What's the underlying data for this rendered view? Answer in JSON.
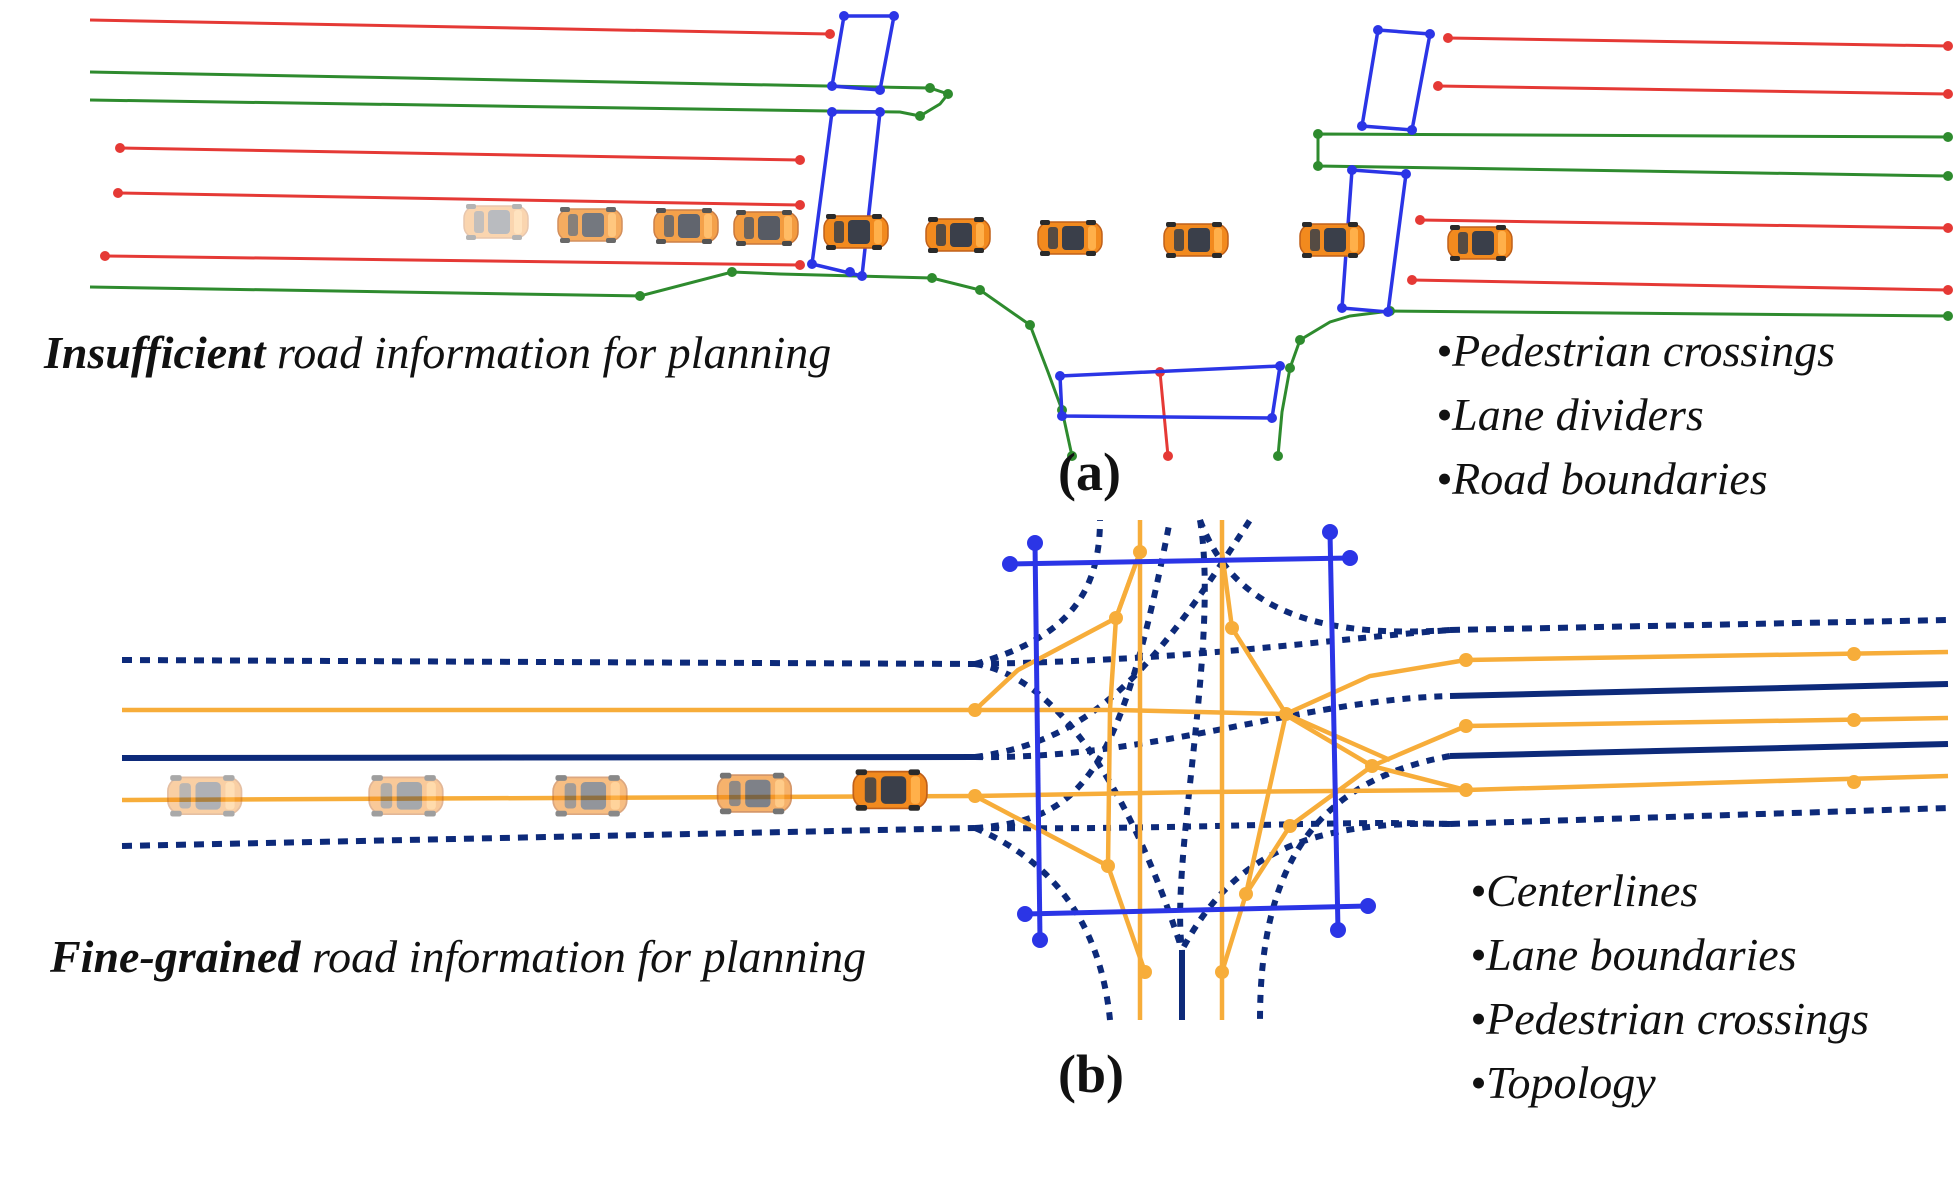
{
  "colors": {
    "red": "#e53935",
    "green": "#2e8b2e",
    "blue": "#2b35e6",
    "navy": "#0d2a7a",
    "orange": "#f7ad3a",
    "car_body": "#f28a1e",
    "car_glass": "#3a3f4a"
  },
  "panel_a": {
    "label": "(a)",
    "caption_bold": "Insufficient",
    "caption_rest": " road information for planning",
    "legend": [
      "•Pedestrian crossings",
      "•Lane dividers",
      "•Road boundaries"
    ]
  },
  "panel_b": {
    "label": "(b)",
    "caption_bold": "Fine-grained",
    "caption_rest": " road information for planning",
    "legend": [
      "•Centerlines",
      "•Lane boundaries",
      "•Pedestrian crossings",
      "•Topology"
    ]
  },
  "icons": {
    "car": "car-topview-icon"
  }
}
